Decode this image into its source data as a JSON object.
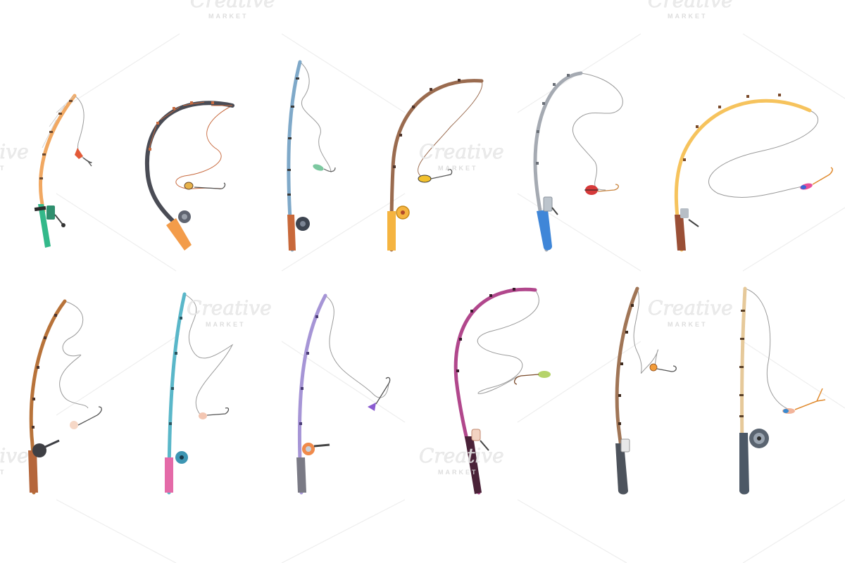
{
  "watermark": {
    "word": "Creative",
    "sub": "MARKET"
  },
  "rod_count": 12,
  "rods": [
    {
      "name": "rod-1",
      "blank": "#f1a862",
      "grip": "#33b98a",
      "reel": "#2f8f6e",
      "lure": "float-red"
    },
    {
      "name": "rod-2",
      "blank": "#4a4c55",
      "grip": "#f39c4a",
      "reel": "#5f6470",
      "lure": "float-striped"
    },
    {
      "name": "rod-3",
      "blank": "#7fa9c9",
      "grip": "#c8683a",
      "reel": "#3d4450",
      "lure": "spoon-green"
    },
    {
      "name": "rod-4",
      "blank": "#9a6b4f",
      "grip": "#f5b440",
      "reel": "#f5b440",
      "lure": "float-yellow"
    },
    {
      "name": "rod-5",
      "blank": "#a5aab2",
      "grip": "#3f86d8",
      "reel": "#bcc4cc",
      "lure": "float-red-round"
    },
    {
      "name": "rod-6",
      "blank": "#f6c35d",
      "grip": "#9a4f36",
      "reel": "#b7bec6",
      "lure": "float-pink-blue"
    },
    {
      "name": "rod-7",
      "blank": "#b8733a",
      "grip": "#b5663b",
      "reel": "#3e3f44",
      "lure": "bead-peach"
    },
    {
      "name": "rod-8",
      "blank": "#5ab7c9",
      "grip": "#e46aa8",
      "reel": "#3d96b3",
      "lure": "float-peach"
    },
    {
      "name": "rod-9",
      "blank": "#a695d6",
      "grip": "#7a7a85",
      "reel": "#f08a4b",
      "lure": "float-purple"
    },
    {
      "name": "rod-10",
      "blank": "#b1478c",
      "grip": "#4a2238",
      "reel": "#f2d3c2",
      "lure": "spoon-green"
    },
    {
      "name": "rod-11",
      "blank": "#a07556",
      "grip": "#4d535c",
      "reel": "#e8e8e8",
      "lure": "float-orange"
    },
    {
      "name": "rod-12",
      "blank": "#e6c99a",
      "grip": "#4c5866",
      "reel": "#5a6470",
      "lure": "float-blue"
    }
  ]
}
